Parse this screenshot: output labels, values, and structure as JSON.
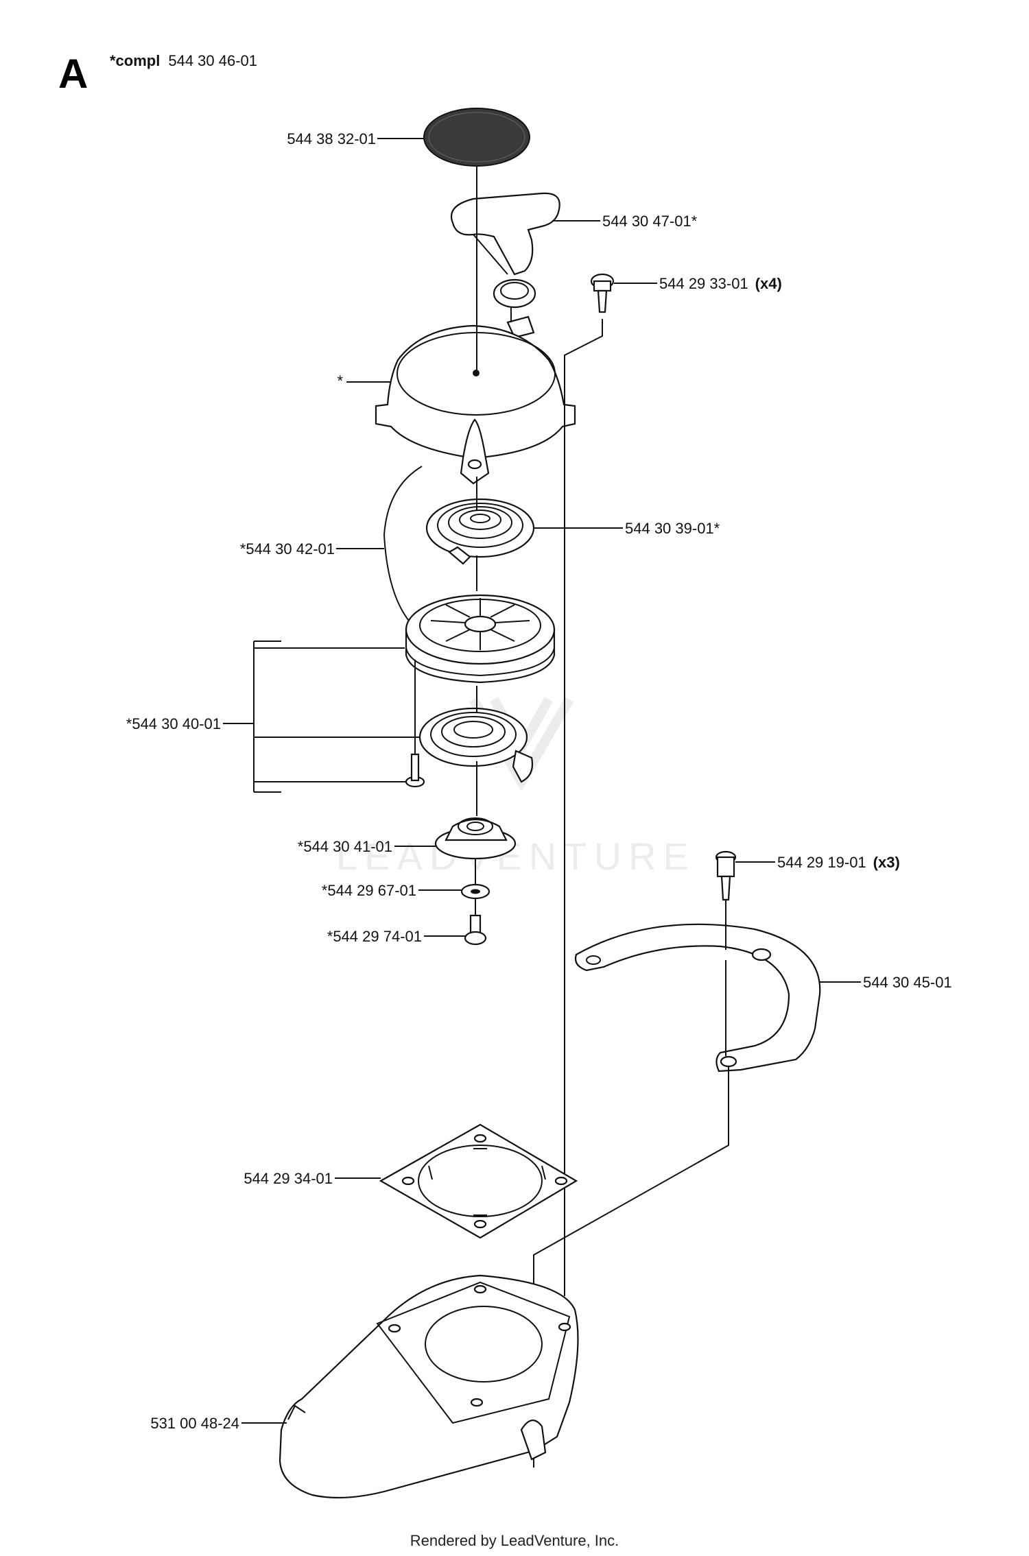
{
  "section": {
    "letter": "A",
    "compl_prefix": "*compl",
    "compl_number": "544 30 46-01"
  },
  "parts": [
    {
      "id": "p1",
      "number": "544 38 32-01"
    },
    {
      "id": "p2",
      "number": "544 30 47-01*"
    },
    {
      "id": "p3",
      "number": "544 29 33-01",
      "qty": "(x4)"
    },
    {
      "id": "p4",
      "number": "*"
    },
    {
      "id": "p5",
      "number": "*544 30 42-01"
    },
    {
      "id": "p6",
      "number": "544 30 39-01*"
    },
    {
      "id": "p7",
      "number": "*544 30 40-01"
    },
    {
      "id": "p8",
      "number": "*544 30 41-01"
    },
    {
      "id": "p9",
      "number": "*544 29 67-01"
    },
    {
      "id": "p10",
      "number": "*544 29 74-01"
    },
    {
      "id": "p11",
      "number": "544 29 19-01",
      "qty": "(x3)"
    },
    {
      "id": "p12",
      "number": "544 30 45-01"
    },
    {
      "id": "p13",
      "number": "544 29 34-01"
    },
    {
      "id": "p14",
      "number": "531 00 48-24"
    }
  ],
  "watermark": "LEADVENTURE",
  "footer": "Rendered by LeadVenture, Inc."
}
